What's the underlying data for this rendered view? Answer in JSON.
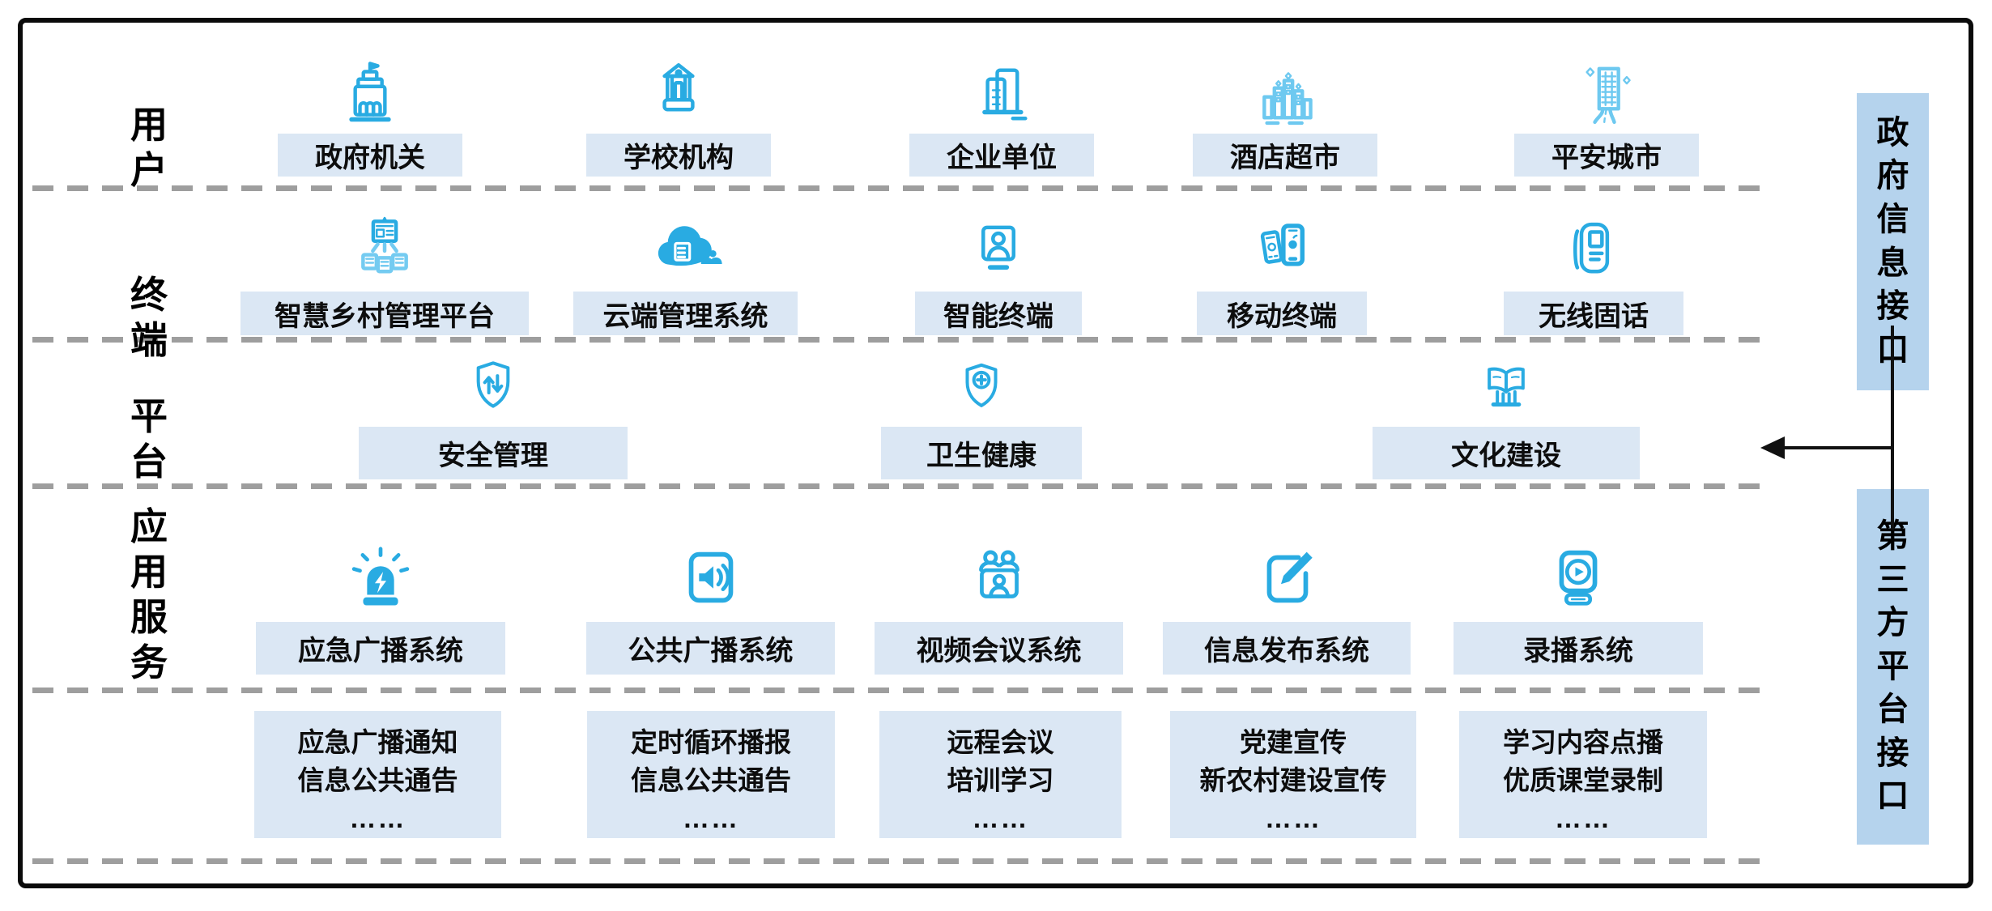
{
  "colors": {
    "icon_primary": "#29abe2",
    "icon_light": "#6ec9f0",
    "chip_background": "#dbe7f4",
    "side_panel_background": "#b5d3ed",
    "dashed_line": "#9e9e9e",
    "text": "#0d0d0d"
  },
  "rows": [
    {
      "section_label": "用户",
      "items": [
        {
          "icon": "government-building-icon",
          "label": "政府机关"
        },
        {
          "icon": "school-icon",
          "label": "学校机构"
        },
        {
          "icon": "office-buildings-icon",
          "label": "企业单位"
        },
        {
          "icon": "hotel-market-icon",
          "label": "酒店超市"
        },
        {
          "icon": "safe-city-icon",
          "label": "平安城市"
        }
      ]
    },
    {
      "section_label": "终端",
      "items": [
        {
          "icon": "smart-village-platform-icon",
          "label": "智慧乡村管理平台"
        },
        {
          "icon": "cloud-management-icon",
          "label": "云端管理系统"
        },
        {
          "icon": "smart-terminal-icon",
          "label": "智能终端"
        },
        {
          "icon": "mobile-terminal-icon",
          "label": "移动终端"
        },
        {
          "icon": "wireless-phone-icon",
          "label": "无线固话"
        }
      ]
    },
    {
      "section_label": "平台",
      "items": [
        {
          "icon": "security-shield-icon",
          "label": "安全管理"
        },
        {
          "icon": "health-shield-icon",
          "label": "卫生健康"
        },
        {
          "icon": "culture-book-icon",
          "label": "文化建设"
        }
      ]
    },
    {
      "section_label": "应用服务",
      "items": [
        {
          "icon": "emergency-siren-icon",
          "label": "应急广播系统"
        },
        {
          "icon": "public-broadcast-icon",
          "label": "公共广播系统"
        },
        {
          "icon": "video-conference-icon",
          "label": "视频会议系统"
        },
        {
          "icon": "info-publish-icon",
          "label": "信息发布系统"
        },
        {
          "icon": "recording-system-icon",
          "label": "录播系统"
        }
      ]
    }
  ],
  "detail_boxes": [
    {
      "lines": [
        "应急广播通知",
        "信息公共通告"
      ],
      "ellipsis": "……"
    },
    {
      "lines": [
        "定时循环播报",
        "信息公共通告"
      ],
      "ellipsis": "……"
    },
    {
      "lines": [
        "远程会议",
        "培训学习"
      ],
      "ellipsis": "……"
    },
    {
      "lines": [
        "党建宣传",
        "新农村建设宣传"
      ],
      "ellipsis": "……"
    },
    {
      "lines": [
        "学习内容点播",
        "优质课堂录制"
      ],
      "ellipsis": "……"
    }
  ],
  "side_panels": {
    "top": "政府信息接口",
    "bottom": "第三方平台接口"
  }
}
